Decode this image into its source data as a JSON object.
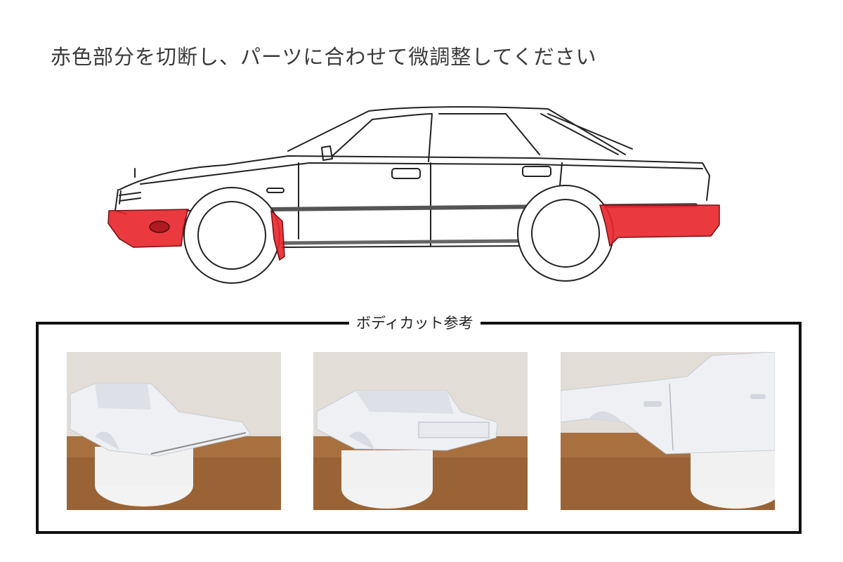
{
  "instruction": "赤色部分を切断し、パーツに合わせて微調整してください",
  "reference_section": {
    "label": "ボディカット参考"
  },
  "colors": {
    "cut_area": "#e8232a",
    "frame": "#111111",
    "wood": "#a8703f",
    "wall": "#e4e0d8",
    "resin": "#eef0f4"
  },
  "reference_photos": [
    {
      "view": "front-quarter"
    },
    {
      "view": "rear-quarter"
    },
    {
      "view": "side-front"
    }
  ]
}
